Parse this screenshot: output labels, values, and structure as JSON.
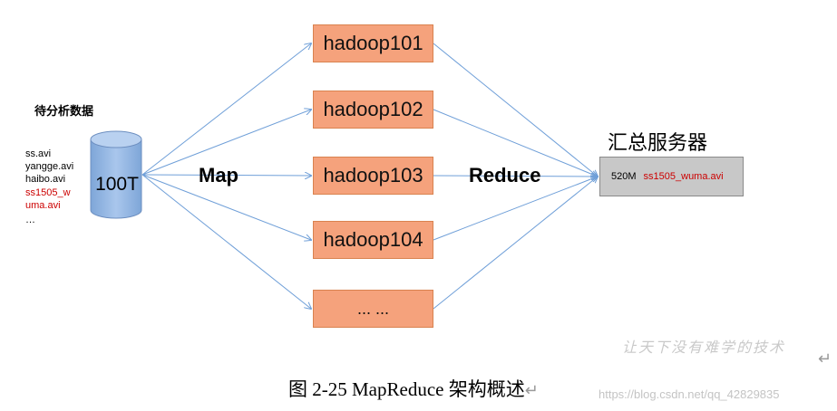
{
  "source": {
    "title": "待分析数据",
    "files": [
      {
        "text": "ss.avi",
        "highlight": false
      },
      {
        "text": "yangge.avi",
        "highlight": false
      },
      {
        "text": "haibo.avi",
        "highlight": false
      },
      {
        "text": "ss1505_w",
        "highlight": true
      },
      {
        "text": "uma.avi",
        "highlight": true
      },
      {
        "text": "…",
        "highlight": false
      }
    ],
    "storage_label": "100T"
  },
  "phases": {
    "map": "Map",
    "reduce": "Reduce"
  },
  "nodes": [
    "hadoop101",
    "hadoop102",
    "hadoop103",
    "hadoop104",
    "... ..."
  ],
  "server": {
    "title": "汇总服务器",
    "size": "520M",
    "file": "ss1505_wuma.avi"
  },
  "watermark": "让天下没有难学的技术",
  "caption": "图 2-25 MapReduce 架构概述",
  "url": "https://blog.csdn.net/qq_42829835",
  "colors": {
    "node_fill": "#f5a27c",
    "arrow": "#6f9fd8",
    "cylinder": "#8fb3e0",
    "highlight_text": "#cc0000",
    "server_fill": "#c8c8c8"
  }
}
